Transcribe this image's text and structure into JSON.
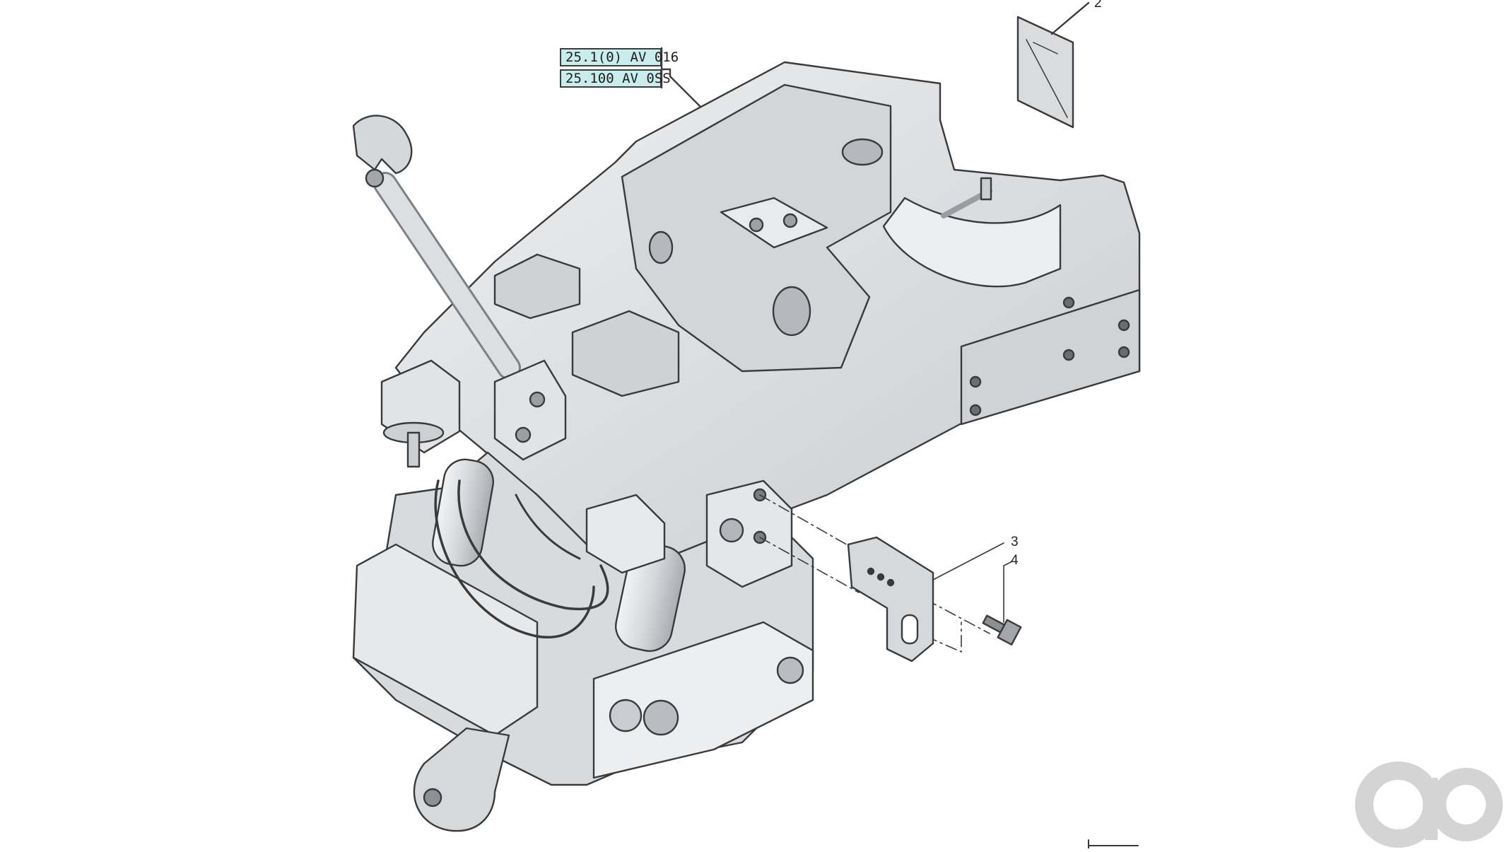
{
  "diagram": {
    "references": [
      {
        "label": "25.1(0) AV 016"
      },
      {
        "label": "25.100 AV 0SS"
      }
    ],
    "callouts": {
      "item2": "2",
      "item3": "3",
      "item4": "4"
    },
    "colors": {
      "line": "#3a3a3a",
      "casting_fill": "#e3e5e7",
      "casting_shadow": "#c6c9cc",
      "label_bg": "#c9ecec",
      "watermark": "#d4d4d4"
    },
    "watermark_icon": "ao-logo"
  }
}
